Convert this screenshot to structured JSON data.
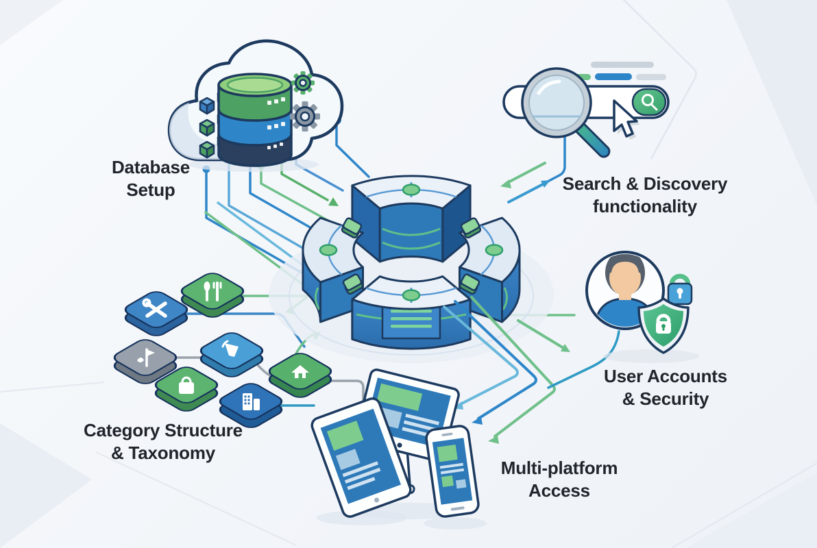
{
  "diagram": {
    "title_labels": {
      "database": {
        "line1": "Database",
        "line2": "Setup"
      },
      "search": {
        "line1": "Search & Discovery",
        "line2": "functionality"
      },
      "users": {
        "line1": "User Accounts",
        "line2": "& Security"
      },
      "categories": {
        "line1": "Category Structure",
        "line2": "& Taxonomy"
      },
      "platforms": {
        "line1": "Multi-platform",
        "line2": "Access"
      }
    },
    "hub": {
      "name": "segmented-ring-hub",
      "segments": 4
    },
    "database_cloud": {
      "icons": [
        "cloud-icon",
        "database-cylinder-icon",
        "data-cubes-icon",
        "gear-icon-small",
        "gear-icon-large"
      ]
    },
    "search_widget": {
      "icons": [
        "search-bar",
        "search-button-icon",
        "magnifier-icon",
        "cursor-icon"
      ],
      "skeleton_lines": 4
    },
    "category_tiles": [
      {
        "icon": "tools-icon",
        "color": "#3f86c6"
      },
      {
        "icon": "food-utensils-icon",
        "color": "#5cb470"
      },
      {
        "icon": "goods-icon",
        "color": "#98a1ab"
      },
      {
        "icon": "drink-glass-icon",
        "color": "#4aa0d6"
      },
      {
        "icon": "shopping-bag-icon",
        "color": "#5cb470"
      },
      {
        "icon": "building-icon",
        "color": "#2f74b8"
      },
      {
        "icon": "home-icon",
        "color": "#57b06b"
      }
    ],
    "user_security": {
      "icons": [
        "user-avatar-icon",
        "padlock-icon",
        "shield-lock-icon"
      ]
    },
    "devices": [
      "tablet",
      "desktop-monitor",
      "smartphone"
    ],
    "palette": {
      "outline_navy": "#1d3a5f",
      "blue": "#2e86c9",
      "light_blue": "#69b8dc",
      "green": "#5cb470",
      "light_green": "#7ecd8f",
      "gray": "#9aa2ab",
      "background": "#f3f6fa",
      "label_text": "#20252c"
    }
  }
}
